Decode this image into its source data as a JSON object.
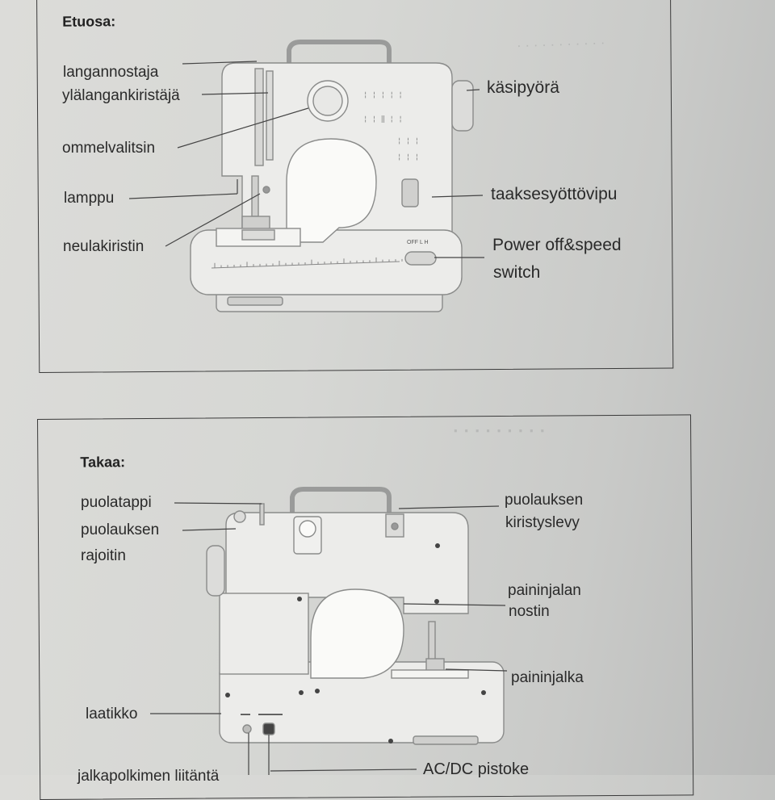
{
  "front": {
    "title": "Etuosa:",
    "labels": {
      "thread_take_up": "langannostaja",
      "upper_tension": "ylälangankiristäjä",
      "stitch_selector": "ommelvalitsin",
      "lamp": "lamppu",
      "needle_clamp": "neulakiristin",
      "handwheel": "käsipyörä",
      "reverse_lever": "taaksesyöttövipu",
      "power_switch_line1": "Power off&speed",
      "power_switch_line2": "switch"
    },
    "switch_marks": "OFF  L  H"
  },
  "back": {
    "title": "Takaa:",
    "labels": {
      "spool_pin": "puolatappi",
      "winder_stop_line1": "puolauksen",
      "winder_stop_line2": "rajoitin",
      "winder_tension_line1": "puolauksen",
      "winder_tension_line2": "kiristyslevy",
      "presser_lifter_line1": "paininjalan",
      "presser_lifter_line2": "nostin",
      "presser_foot": "paininjalka",
      "drawer": "laatikko",
      "pedal_socket_partial": "jalkapolkimen liitäntä",
      "acdc_socket": "AC/DC pistoke"
    }
  },
  "colors": {
    "paper": "#d6d7d4",
    "ink": "#2a2a2a",
    "machine_body": "#ececea",
    "machine_outline": "#8a8b8a"
  }
}
